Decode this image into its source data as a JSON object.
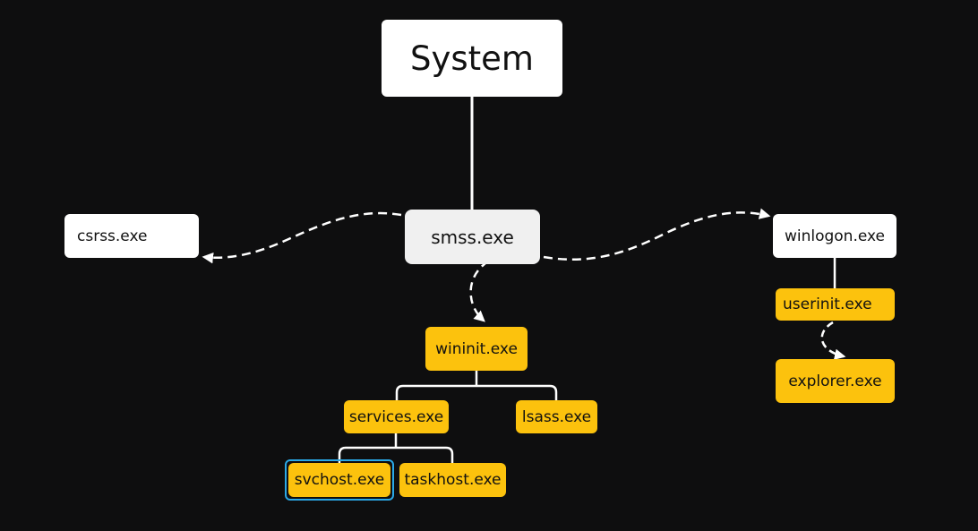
{
  "diagram": {
    "type": "process-tree",
    "colors": {
      "background": "#0e0e0f",
      "node_white": "#ffffff",
      "node_grey": "#f0f0f0",
      "node_yellow": "#fcc20d",
      "edge": "#ffffff",
      "selection": "#2aa8e6"
    },
    "nodes": {
      "system": "System",
      "smss": "smss.exe",
      "csrss": "csrss.exe",
      "winlogon": "winlogon.exe",
      "userinit": "userinit.exe",
      "explorer": "explorer.exe",
      "wininit": "wininit.exe",
      "services": "services.exe",
      "lsass": "lsass.exe",
      "svchost": "svchost.exe",
      "taskhost": "taskhost.exe"
    },
    "edges": [
      {
        "from": "system",
        "to": "smss",
        "style": "solid"
      },
      {
        "from": "smss",
        "to": "csrss",
        "style": "dashed-arrow"
      },
      {
        "from": "smss",
        "to": "winlogon",
        "style": "dashed-arrow"
      },
      {
        "from": "smss",
        "to": "wininit",
        "style": "dashed-arrow"
      },
      {
        "from": "winlogon",
        "to": "userinit",
        "style": "solid"
      },
      {
        "from": "userinit",
        "to": "explorer",
        "style": "dashed-arrow"
      },
      {
        "from": "wininit",
        "to": "services",
        "style": "solid"
      },
      {
        "from": "wininit",
        "to": "lsass",
        "style": "solid"
      },
      {
        "from": "services",
        "to": "svchost",
        "style": "solid"
      },
      {
        "from": "services",
        "to": "taskhost",
        "style": "solid"
      }
    ],
    "selected_node": "svchost"
  }
}
